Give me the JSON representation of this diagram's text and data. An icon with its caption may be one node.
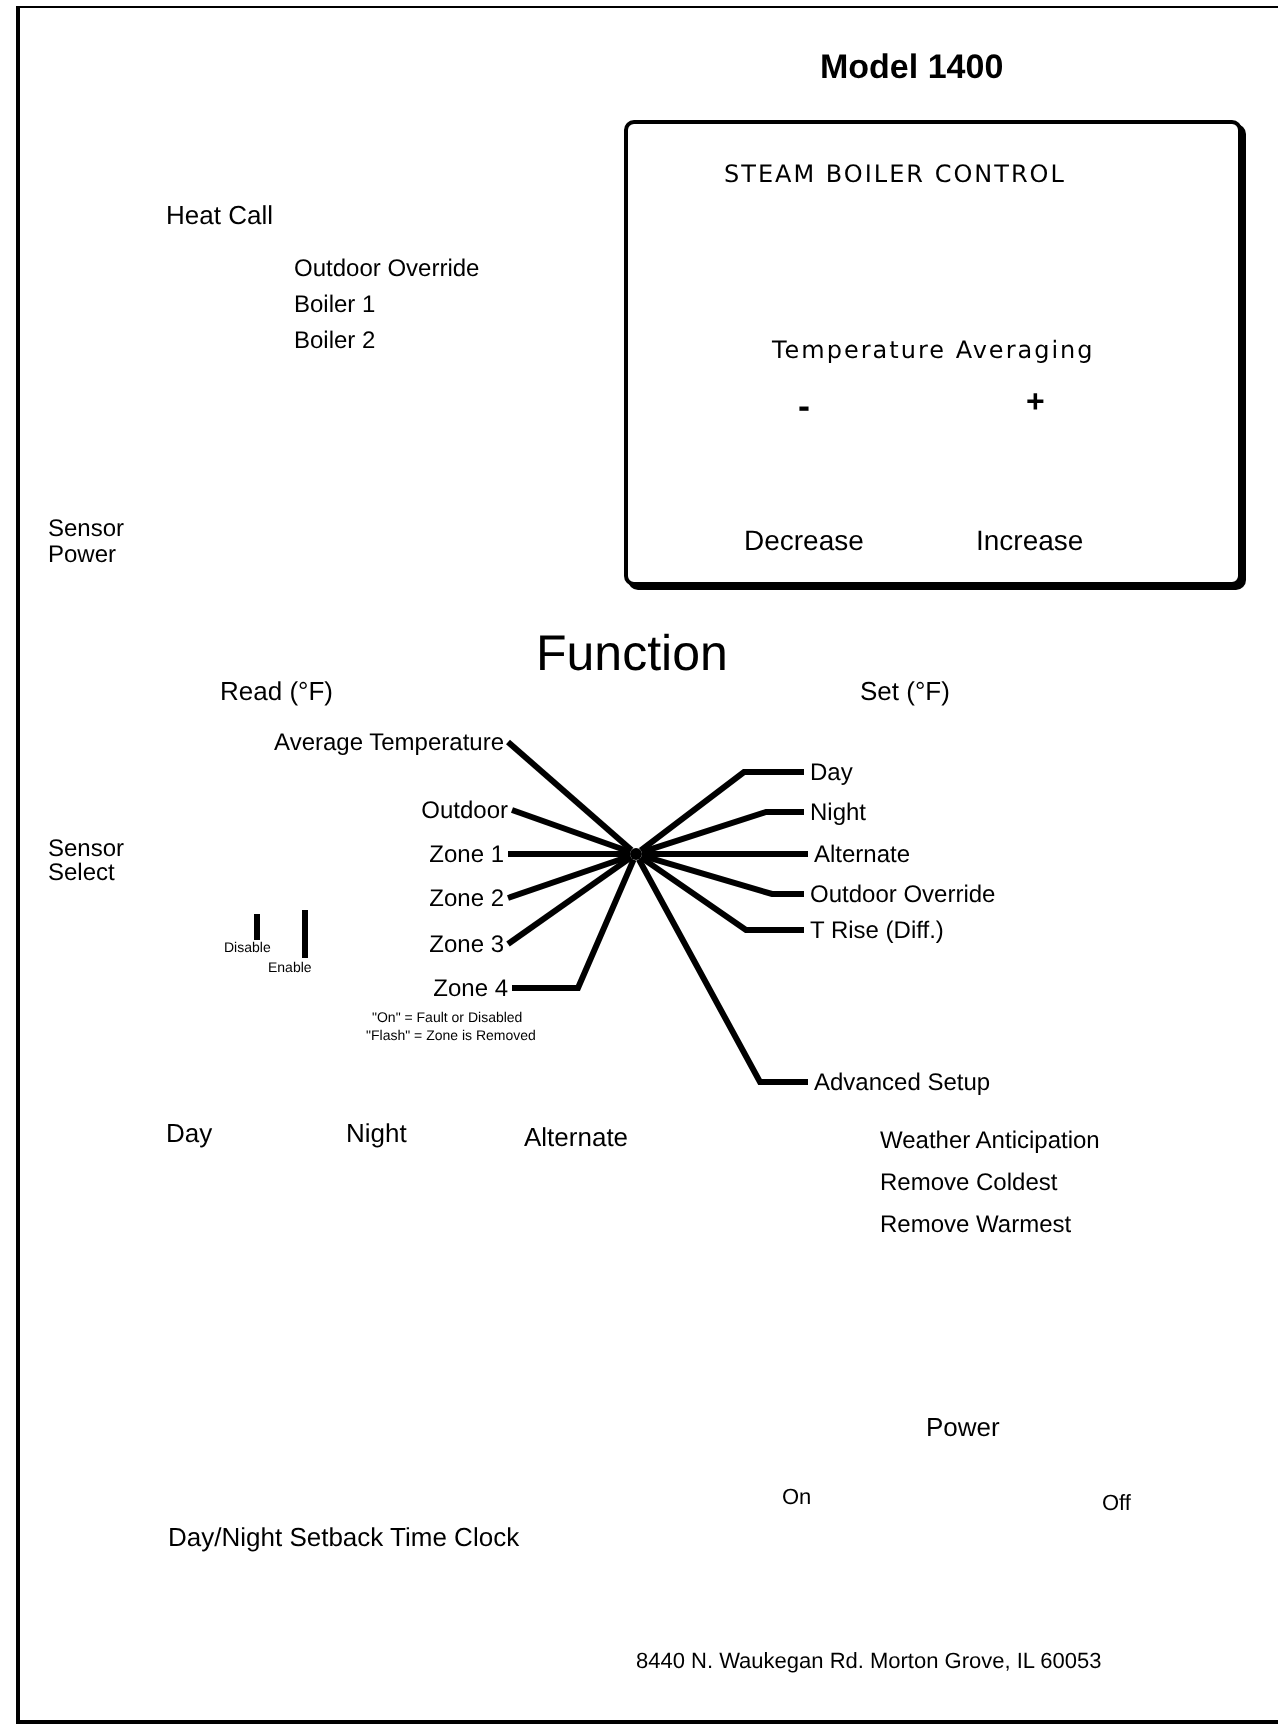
{
  "diagram": {
    "title": "Model 1400",
    "nodes": [
      {
        "text": [
          "STEAM BOILER CONTROL",
          "Temperature Averaging",
          "-",
          "+",
          "Decrease",
          "Increase"
        ]
      },
      {
        "text": [],
        "shape": "circle"
      },
      {
        "text": [
          "Average Temperature"
        ]
      },
      {
        "text": [
          "Outdoor"
        ]
      },
      {
        "text": [
          "Zone 1"
        ]
      },
      {
        "text": [
          "Zone 2"
        ]
      },
      {
        "text": [
          "Zone 3"
        ]
      },
      {
        "text": [
          "Zone 4"
        ]
      },
      {
        "text": [
          "Day"
        ]
      },
      {
        "text": [
          "Night"
        ]
      },
      {
        "text": [
          "Alternate"
        ]
      },
      {
        "text": [
          "Outdoor Override"
        ]
      },
      {
        "text": [
          "T Rise (Diff.)"
        ]
      },
      {
        "text": [
          "Advanced Setup"
        ]
      }
    ],
    "edges": [
      {
        "from": 2,
        "to": 1,
        "arrow": "none"
      },
      {
        "from": 3,
        "to": 1,
        "arrow": "none"
      },
      {
        "from": 4,
        "to": 1,
        "arrow": "none"
      },
      {
        "from": 5,
        "to": 1,
        "arrow": "none"
      },
      {
        "from": 6,
        "to": 1,
        "arrow": "none"
      },
      {
        "from": 7,
        "to": 1,
        "arrow": "none"
      },
      {
        "from": 8,
        "to": 1,
        "arrow": "none"
      },
      {
        "from": 9,
        "to": 1,
        "arrow": "none"
      },
      {
        "from": 10,
        "to": 1,
        "arrow": "none"
      },
      {
        "from": 11,
        "to": 1,
        "arrow": "none"
      },
      {
        "from": 12,
        "to": 1,
        "arrow": "none"
      },
      {
        "from": 13,
        "to": 1,
        "arrow": "none"
      }
    ],
    "labels": [
      "Heat Call",
      "Outdoor Override",
      "Boiler 1",
      "Boiler 2",
      "Sensor Power",
      "Read (°F)",
      "Function",
      "Set (°F)",
      "Sensor Select",
      "Disable",
      "Enable",
      "\"On\" = Fault or Disabled",
      "\"Flash\" = Zone is Removed",
      "Day",
      "Night",
      "Alternate",
      "Weather Anticipation",
      "Remove Coldest",
      "Remove Warmest",
      "Power",
      "On",
      "Off",
      "Day/Night Setback Time Clock",
      "8440 N. Waukegan Rd. Morton Grove, IL 60053"
    ]
  }
}
